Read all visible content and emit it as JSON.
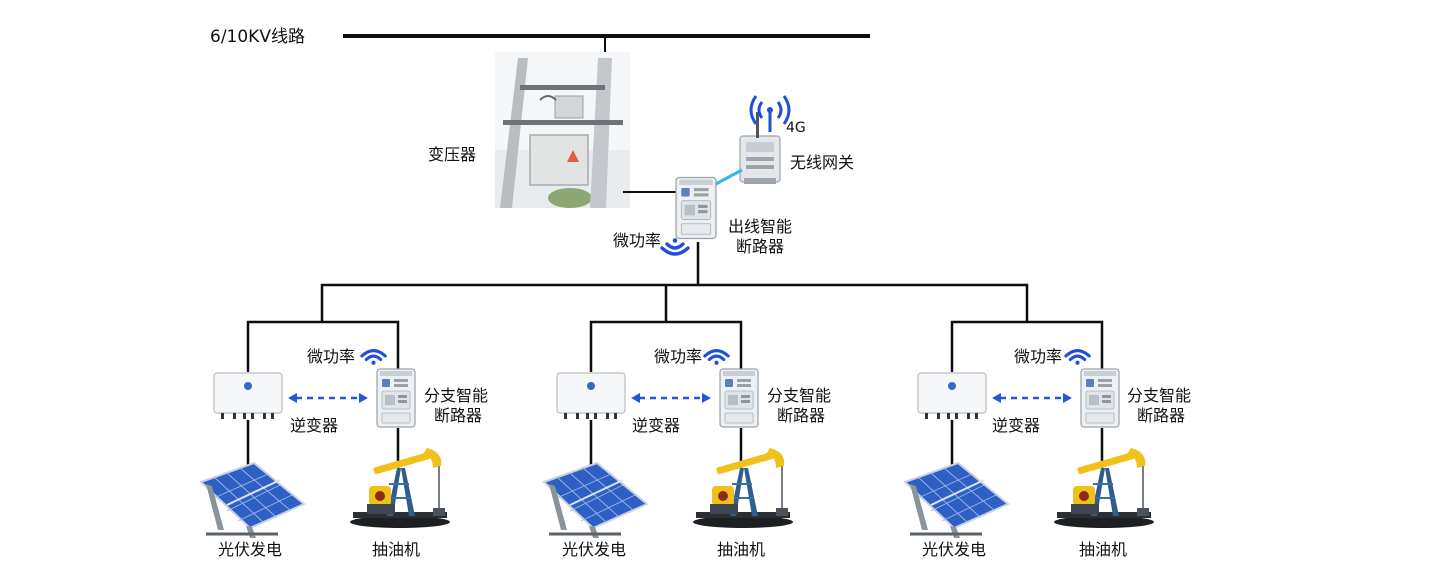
{
  "colors": {
    "line": "#0d0d0d",
    "signal_blue": "#1e4fd8",
    "dashed_link": "#2456d6",
    "gateway_link": "#38b6e6",
    "panel_blue": "#2f63c8",
    "pump_yellow": "#f2c01b"
  },
  "top": {
    "line_label": "6/10KV线路",
    "transformer_label": "变压器",
    "gateway_label": "无线网关",
    "gateway_signal": "4G",
    "micro_power_label": "微功率",
    "outgoing_breaker_label": [
      "出线智能",
      "断路器"
    ]
  },
  "branches": [
    {
      "micro_power_label": "微功率",
      "inverter_label": "逆变器",
      "breaker_label": [
        "分支智能",
        "断路器"
      ],
      "pv_label": "光伏发电",
      "pump_label": "抽油机"
    },
    {
      "micro_power_label": "微功率",
      "inverter_label": "逆变器",
      "breaker_label": [
        "分支智能",
        "断路器"
      ],
      "pv_label": "光伏发电",
      "pump_label": "抽油机"
    },
    {
      "micro_power_label": "微功率",
      "inverter_label": "逆变器",
      "breaker_label": [
        "分支智能",
        "断路器"
      ],
      "pv_label": "光伏发电",
      "pump_label": "抽油机"
    }
  ],
  "icons": {
    "signal": "wifi-signal-icon",
    "antenna": "antenna-broadcast-icon",
    "gateway": "wireless-gateway-device",
    "breaker": "smart-breaker-device",
    "inverter": "inverter-device",
    "solar": "solar-panel-array",
    "pump": "oil-pumpjack",
    "transformer": "pole-transformer-photo"
  }
}
